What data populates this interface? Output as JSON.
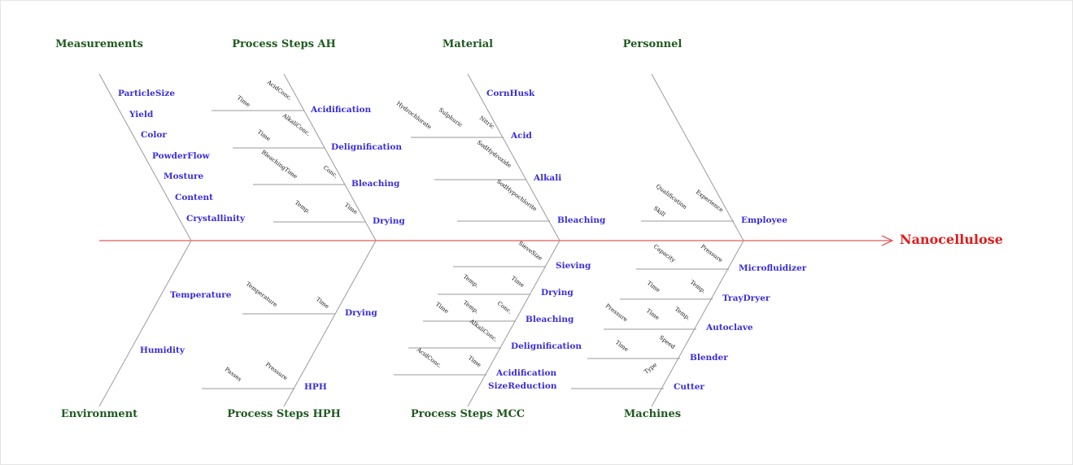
{
  "head": "Nanocellulose",
  "colors": {
    "category": "#1f5a1f",
    "cause": "#3a2ed8",
    "head": "#e21b1b",
    "spine": "#e05a5a",
    "bone": "#9a9a9a"
  },
  "top_categories": [
    {
      "label": "Measurements",
      "causes": [
        {
          "label": "ParticleSize",
          "subs": []
        },
        {
          "label": "Yield",
          "subs": []
        },
        {
          "label": "Color",
          "subs": []
        },
        {
          "label": "PowderFlow",
          "subs": []
        },
        {
          "label": "Mosture",
          "subs": []
        },
        {
          "label": "Content",
          "subs": []
        },
        {
          "label": "Crystallinity",
          "subs": []
        }
      ]
    },
    {
      "label": "Process Steps AH",
      "causes": [
        {
          "label": "Acidification",
          "subs": [
            "Time",
            "AcidConc."
          ]
        },
        {
          "label": "Delignification",
          "subs": [
            "Time",
            "AlkaliConc."
          ]
        },
        {
          "label": "Bleaching",
          "subs": [
            "BleachingTime",
            "Conc."
          ]
        },
        {
          "label": "Drying",
          "subs": [
            "Temp.",
            "Time"
          ]
        }
      ]
    },
    {
      "label": "Material",
      "causes": [
        {
          "label": "CornHusk",
          "subs": []
        },
        {
          "label": "Acid",
          "subs": [
            "Hydrochlorate",
            "Sulphuric",
            "Nitric"
          ]
        },
        {
          "label": "Alkali",
          "subs": [
            "SodHydroxide"
          ]
        },
        {
          "label": "Bleaching",
          "subs": [
            "SodHypochlorite"
          ]
        }
      ]
    },
    {
      "label": "Personnel",
      "causes": [
        {
          "label": "Employee",
          "subs": [
            "Qualification",
            "Skill",
            "Experience"
          ]
        }
      ]
    }
  ],
  "bottom_categories": [
    {
      "label": "Environment",
      "causes": [
        {
          "label": "Temperature",
          "subs": []
        },
        {
          "label": "Humidity",
          "subs": []
        }
      ]
    },
    {
      "label": "Process Steps HPH",
      "causes": [
        {
          "label": "Drying",
          "subs": [
            "Temperature",
            "Time"
          ]
        },
        {
          "label": "HPH",
          "subs": [
            "Passes",
            "Pressure"
          ]
        }
      ]
    },
    {
      "label": "Process Steps MCC",
      "causes": [
        {
          "label": "Sieving",
          "subs": [
            "SieveSize"
          ]
        },
        {
          "label": "Drying",
          "subs": [
            "Temp.",
            "Time"
          ]
        },
        {
          "label": "Bleaching",
          "subs": [
            "Time",
            "Temp.",
            "Conc."
          ]
        },
        {
          "label": "Delignification",
          "subs": [
            "AlkaliConc."
          ]
        },
        {
          "label": "Acidification",
          "subs": [
            "AcidConc.",
            "Time"
          ]
        },
        {
          "label": "SizeReduction",
          "subs": []
        }
      ]
    },
    {
      "label": "Machines",
      "causes": [
        {
          "label": "Microfluidizer",
          "subs": [
            "Capacity",
            "Pressure"
          ]
        },
        {
          "label": "TrayDryer",
          "subs": [
            "Time",
            "Temp."
          ]
        },
        {
          "label": "Autoclave",
          "subs": [
            "Pressure",
            "Time",
            "Temp."
          ]
        },
        {
          "label": "Blender",
          "subs": [
            "Time",
            "Speed"
          ]
        },
        {
          "label": "Cutter",
          "subs": [
            "Type"
          ]
        }
      ]
    }
  ]
}
